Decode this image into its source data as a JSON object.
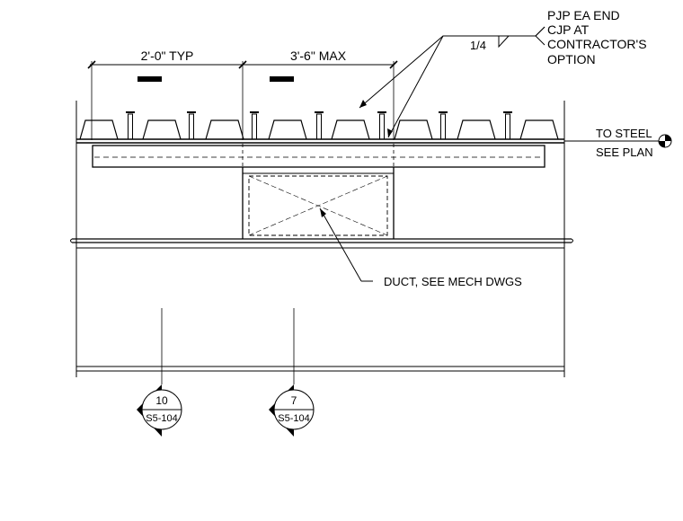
{
  "dimensions": {
    "left_label": "2'-0\" TYP",
    "right_label": "3'-6\" MAX"
  },
  "weld_note": {
    "size": "1/4",
    "lines": [
      "PJP EA END",
      "CJP AT",
      "CONTRACTOR'S",
      "OPTION"
    ]
  },
  "elevation_note": {
    "lines": [
      "TO STEEL",
      "SEE PLAN"
    ]
  },
  "duct_note": "DUCT, SEE MECH DWGS",
  "section_markers": [
    {
      "number": "10",
      "sheet": "S5-104"
    },
    {
      "number": "7",
      "sheet": "S5-104"
    }
  ]
}
